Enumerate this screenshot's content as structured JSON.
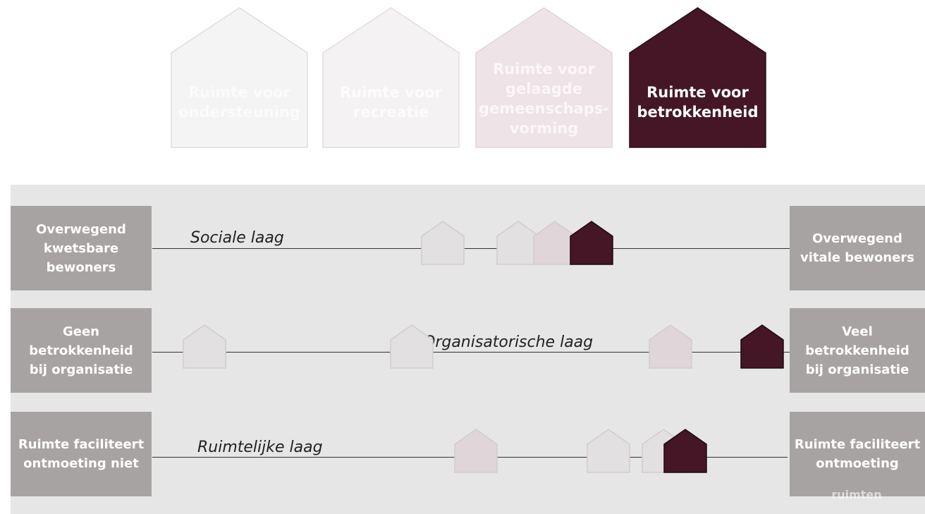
{
  "colors": {
    "accent": "#451626",
    "panel": "#e6e6e6",
    "end_box": "#a8a3a3",
    "rail": "#333333"
  },
  "houses": [
    {
      "id": "ondersteuning",
      "label": "Ruimte voor\nondersteuning",
      "fill": "#f4f4f4",
      "stroke": "#dedede",
      "text_color": "#fbfbfb",
      "active": false
    },
    {
      "id": "recreatie",
      "label": "Ruimte voor\nrecreatie",
      "fill": "#f5f2f3",
      "stroke": "#e2dcde",
      "text_color": "#fdfbfc",
      "active": false
    },
    {
      "id": "gemeenschapsvorming",
      "label": "Ruimte voor\ngelaagde\ngemeenschaps-\nvorming",
      "fill": "#eee3e6",
      "stroke": "#e3d5d9",
      "text_color": "#fbf7f8",
      "active": false
    },
    {
      "id": "betrokkenheid",
      "label": "Ruimte voor\nbetrokkenheid",
      "fill": "#451626",
      "stroke": "#2a0c16",
      "text_color": "#ffffff",
      "active": true
    }
  ],
  "layers": [
    {
      "name": "Sociale laag",
      "left_label": "Overwegend\nkwetsbare\nbewoners",
      "right_label": "Overwegend\nvitale bewoners",
      "markers": [
        {
          "house": "ondersteuning",
          "position": 0.31
        },
        {
          "house": "recreatie",
          "position": 0.56
        },
        {
          "house": "gemeenschapsvorming",
          "position": 0.68
        },
        {
          "house": "betrokkenheid",
          "position": 0.8
        }
      ]
    },
    {
      "name": "Organisatorische laag",
      "left_label": "Geen betrokkenheid\nbij organisatie",
      "right_label": "Veel betrokkenheid\nbij organisatie",
      "markers": [
        {
          "house": "ondersteuning",
          "position": 0.03
        },
        {
          "house": "recreatie",
          "position": 0.39
        },
        {
          "house": "gemeenschapsvorming",
          "position": 0.84
        },
        {
          "house": "betrokkenheid",
          "position": 1.0
        }
      ]
    },
    {
      "name": "Ruimtelijke laag",
      "left_label": "Ruimte faciliteert\nontmoeting niet",
      "right_label": "Ruimte faciliteert\nontmoeting",
      "markers": [
        {
          "house": "gemeenschapsvorming",
          "position": 0.42
        },
        {
          "house": "recreatie",
          "position": 0.73
        },
        {
          "house": "ondersteuning",
          "position": 0.86
        },
        {
          "house": "betrokkenheid",
          "position": 0.91
        }
      ]
    }
  ],
  "obscured_text": "ruimten"
}
